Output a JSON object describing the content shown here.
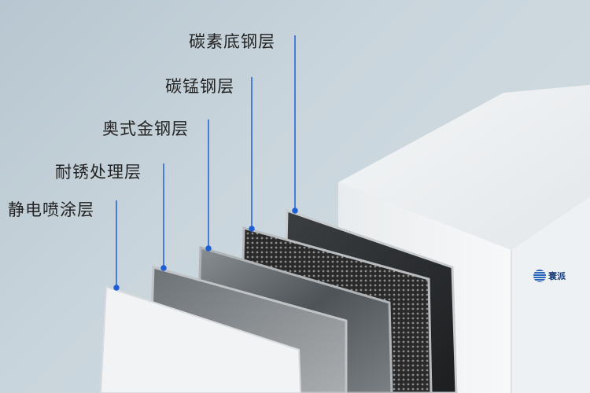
{
  "layers": [
    {
      "label": "碳素底钢层"
    },
    {
      "label": "碳锰钢层"
    },
    {
      "label": "奥式金钢层"
    },
    {
      "label": "耐锈处理层"
    },
    {
      "label": "静电喷涂层"
    }
  ],
  "brand_logo_text": "寰派",
  "colors": {
    "leader_line": "#1f5fd6",
    "background": "#c4d1d8"
  }
}
